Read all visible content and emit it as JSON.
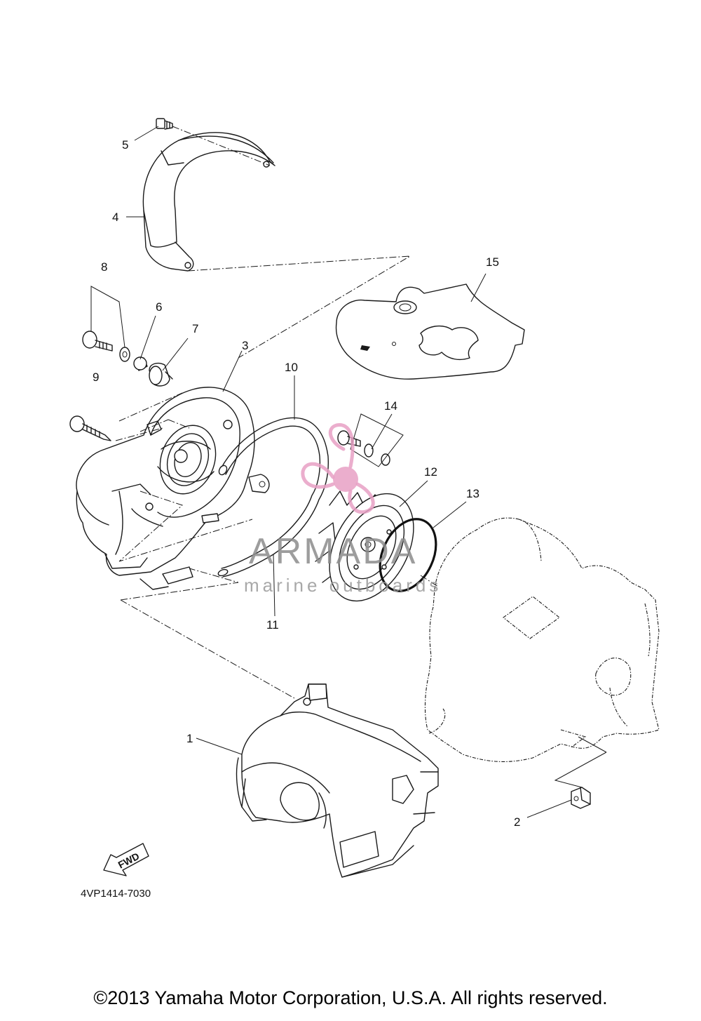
{
  "callouts": {
    "c1": "1",
    "c2": "2",
    "c3": "3",
    "c4": "4",
    "c5": "5",
    "c6": "6",
    "c7": "7",
    "c8": "8",
    "c9": "9",
    "c10": "10",
    "c11": "11",
    "c12": "12",
    "c13": "13",
    "c14": "14",
    "c15": "15"
  },
  "watermark": {
    "brand": "ARMADA",
    "subtitle": "marine outboards",
    "color": "#e8a0c4"
  },
  "forward_arrow": {
    "label": "FWD"
  },
  "diagram_code": "4VP1414-7030",
  "copyright": "©2013 Yamaha Motor Corporation, U.S.A. All rights reserved."
}
